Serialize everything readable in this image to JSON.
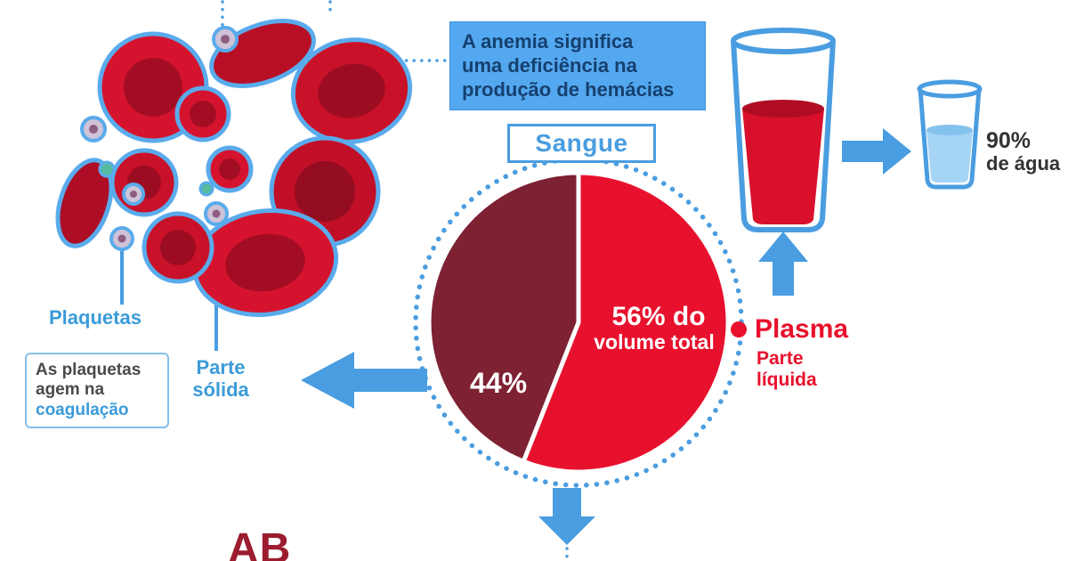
{
  "colors": {
    "accent_blue": "#4a9de0",
    "outline_blue": "#5aabeb",
    "red": "#e8112d",
    "dark_red": "#7d2133",
    "navy_text": "#16406f",
    "callout_bg": "#54a8ef",
    "water_blue": "#a6d4f4"
  },
  "callout": {
    "lines": [
      "A anemia significa",
      "uma deficiência na",
      "produção de hemácias"
    ]
  },
  "title_box": {
    "label": "Sangue"
  },
  "pie_labels": {
    "pct56_line1": "56% do",
    "pct56_line2": "volume total",
    "pct44": "44%"
  },
  "plasma": {
    "title": "Plasma",
    "sub_line1": "Parte",
    "sub_line2": "líquida"
  },
  "water": {
    "pct": "90%",
    "label": "de água"
  },
  "platelets": {
    "label": "Plaquetas",
    "note_line1": "As plaquetas",
    "note_line2": "agem na",
    "note_line3": "coagulação"
  },
  "solid_part": {
    "line1": "Parte",
    "line2": "sólida"
  },
  "blood_type": {
    "label": "AB"
  },
  "chart_data": {
    "type": "pie",
    "title": "Sangue",
    "slices": [
      {
        "name": "Plasma — Parte líquida",
        "value_pct": 56,
        "color": "#e8112d",
        "label": "56% do volume total"
      },
      {
        "name": "Parte sólida",
        "value_pct": 44,
        "color": "#7d2133",
        "label": "44%"
      }
    ],
    "legend_position": "none",
    "annotations": [
      "90% de água (plasma composition)",
      "A anemia significa uma deficiência na produção de hemácias"
    ]
  }
}
